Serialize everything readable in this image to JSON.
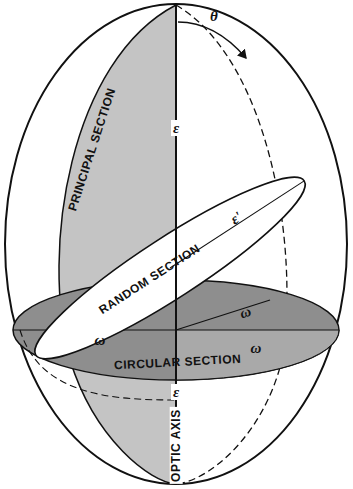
{
  "diagram": {
    "labels": [
      "θ",
      "ε",
      "PRINCIPAL SECTION",
      "RANDOM SECTION",
      "ε'",
      "ω",
      "ω",
      "ω",
      "CIRCULAR SECTION",
      "ε",
      "OPTIC AXIS"
    ]
  }
}
